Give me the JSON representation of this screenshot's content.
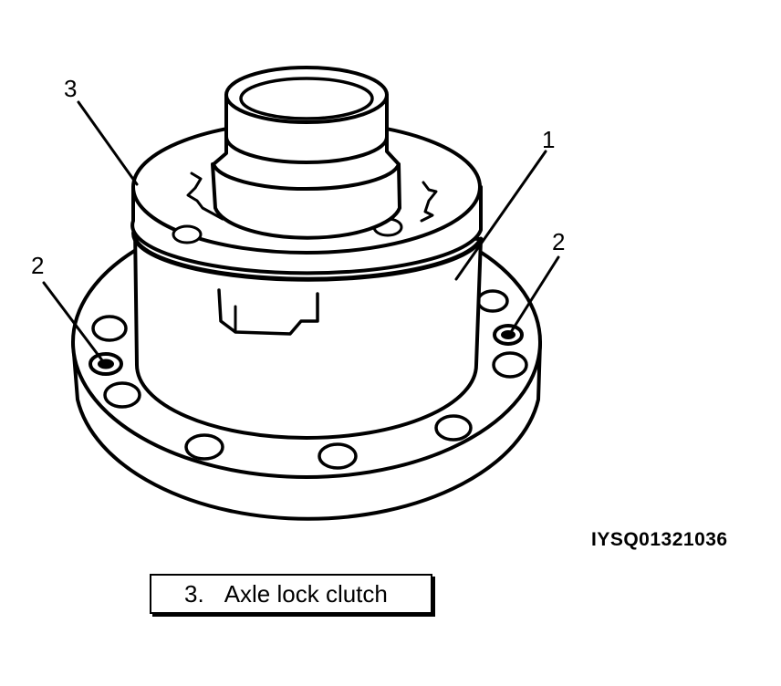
{
  "figure": {
    "callouts": {
      "housing": "1",
      "bolt_left": "2",
      "bolt_right": "2",
      "clutch": "3"
    },
    "part_code": "IYSQ01321036"
  },
  "caption": {
    "number": "3.",
    "text": "Axle lock clutch"
  }
}
